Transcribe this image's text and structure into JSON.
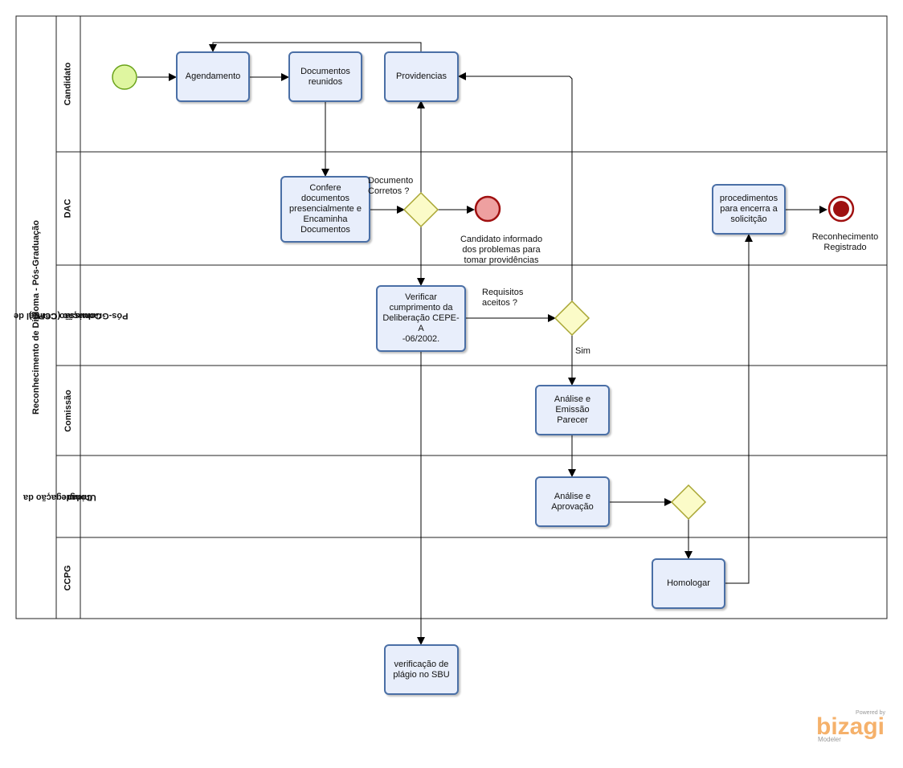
{
  "pool": {
    "title": "Reconhecimento de Diploma - Pós-Graduação"
  },
  "lanes": [
    {
      "id": "candidato",
      "title": "Candidato"
    },
    {
      "id": "dac",
      "title": "DAC"
    },
    {
      "id": "ccpg-central",
      "title_line1": "Comissão Central de",
      "title_line2": "Pós-Graduação (CCPG)"
    },
    {
      "id": "comissao",
      "title": "Comissão"
    },
    {
      "id": "congregacao",
      "title_line1": "Congregação da",
      "title_line2": "Unidade"
    },
    {
      "id": "ccpg",
      "title": "CCPG"
    }
  ],
  "tasks": {
    "agendamento": "Agendamento",
    "documentos_reunidos": [
      "Documentos",
      "reunidos"
    ],
    "providencias": "Providencias",
    "confere": [
      "Confere",
      "documentos",
      "presencialmente e",
      "Encaminha",
      "Documentos"
    ],
    "verificar": [
      "Verificar",
      "cumprimento da",
      "Deliberação CEPE-A",
      "-06/2002."
    ],
    "analise_emissao": [
      "Análise e",
      "Emissão",
      "Parecer"
    ],
    "analise_aprovacao": [
      "Análise e",
      "Aprovação"
    ],
    "homologar": "Homologar",
    "procedimentos": [
      "procedimentos",
      "para encerra a",
      "solicitção"
    ],
    "verificacao_plagio": [
      "verificação de",
      "plágio no SBU"
    ]
  },
  "gateways": {
    "documento_corretos": [
      "Documento",
      "Corretos ?"
    ],
    "requisitos_aceitos": [
      "Requisitos",
      "aceitos ?"
    ],
    "sim": "Sim"
  },
  "events": {
    "end_problemas": [
      "Candidato  informado",
      "dos problemas para",
      "tomar providências"
    ],
    "end_registrado": [
      "Reconhecimento",
      "Registrado"
    ]
  },
  "brand": {
    "powered_by": "Powered by",
    "name": "bizagi",
    "product": "Modeler"
  },
  "colors": {
    "task_fill": "#e8eefb",
    "task_border": "#4a6fa6",
    "gateway_fill": "#fbfbc8",
    "gateway_border": "#a9a633",
    "start_fill": "#dff6a0",
    "start_border": "#6aa31a",
    "end_problem_fill": "#eea0a0",
    "end_registered_fill": "#9e1010",
    "logo": "#f5b16b"
  }
}
